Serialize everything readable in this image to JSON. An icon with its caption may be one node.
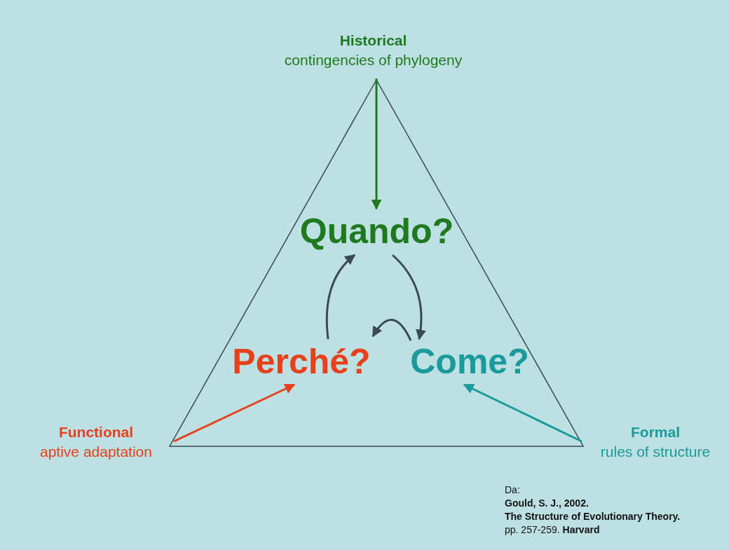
{
  "diagram": {
    "nodes": [
      {
        "text": [
          "Historical",
          "contingencies of phylogeny"
        ]
      },
      {
        "text": [
          "Quando?"
        ]
      },
      {
        "text": [
          "Perché?"
        ]
      },
      {
        "text": [
          "Come?"
        ]
      },
      {
        "text": [
          "Functional",
          "aptive adaptation"
        ]
      },
      {
        "text": [
          "Formal",
          "rules of structure"
        ]
      }
    ],
    "edges": [
      {
        "from": 0,
        "to": 1,
        "arrow": "to",
        "color": "#1f7a1f"
      },
      {
        "from": 4,
        "to": 2,
        "arrow": "to",
        "color": "#e8401c"
      },
      {
        "from": 5,
        "to": 3,
        "arrow": "to",
        "color": "#1a9a9a"
      },
      {
        "from": 1,
        "to": 3,
        "arrow": "to",
        "color": "#3a4a55"
      },
      {
        "from": 3,
        "to": 2,
        "arrow": "to",
        "color": "#3a4a55"
      },
      {
        "from": 2,
        "to": 1,
        "arrow": "to",
        "color": "#3a4a55"
      }
    ],
    "labels": [
      "Da:",
      "**Gould, S. J., 2002.**",
      "**The Structure of Evolutionary Theory.**",
      "pp. 257-259. **Harvard**"
    ]
  }
}
